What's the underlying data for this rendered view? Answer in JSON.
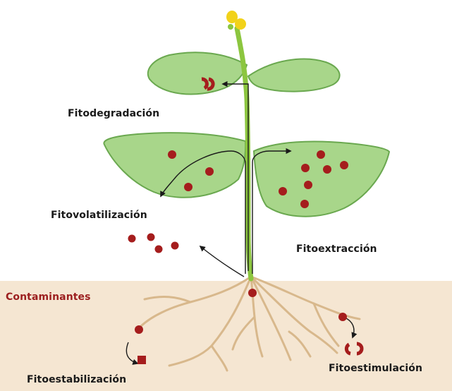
{
  "labels": {
    "fitodegradacion": "Fitodegradación",
    "fitovolatilizacion": "Fitovolatilización",
    "fitoextraccion": "Fitoextracción",
    "contaminantes": "Contaminantes",
    "fitoestabilizacion": "Fitoestabilización",
    "fitoestimulacion": "Fitoestimulación"
  },
  "colors": {
    "soil": "#f5e6d2",
    "leaf_fill": "#a8d68a",
    "leaf_stroke": "#6aa84f",
    "stem": "#8cc63f",
    "root": "#d8b88c",
    "contaminant": "#a51d1d",
    "flower": "#f2d21a",
    "contaminantes_label": "#9c1f1f",
    "arrow": "#1a1a1a"
  }
}
